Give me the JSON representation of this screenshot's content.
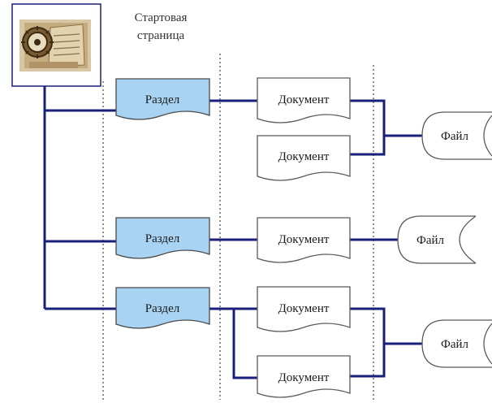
{
  "diagram": {
    "start_page": {
      "line1": "Стартовая",
      "line2": "страница"
    },
    "section_label": "Раздел",
    "document_label": "Документ",
    "file_label": "Файл",
    "sections": [
      {
        "label": "Раздел",
        "documents": [
          "Документ",
          "Документ"
        ],
        "file": "Файл"
      },
      {
        "label": "Раздел",
        "documents": [
          "Документ"
        ],
        "file": "Файл"
      },
      {
        "label": "Раздел",
        "documents": [
          "Документ",
          "Документ"
        ],
        "file": "Файл"
      }
    ]
  },
  "colors": {
    "connector": "#1a1f7a",
    "section_fill": "#a9d3f2",
    "shape_stroke": "#5a5a5a",
    "divider": "#555555",
    "image_frame": "#1a1f7a"
  }
}
